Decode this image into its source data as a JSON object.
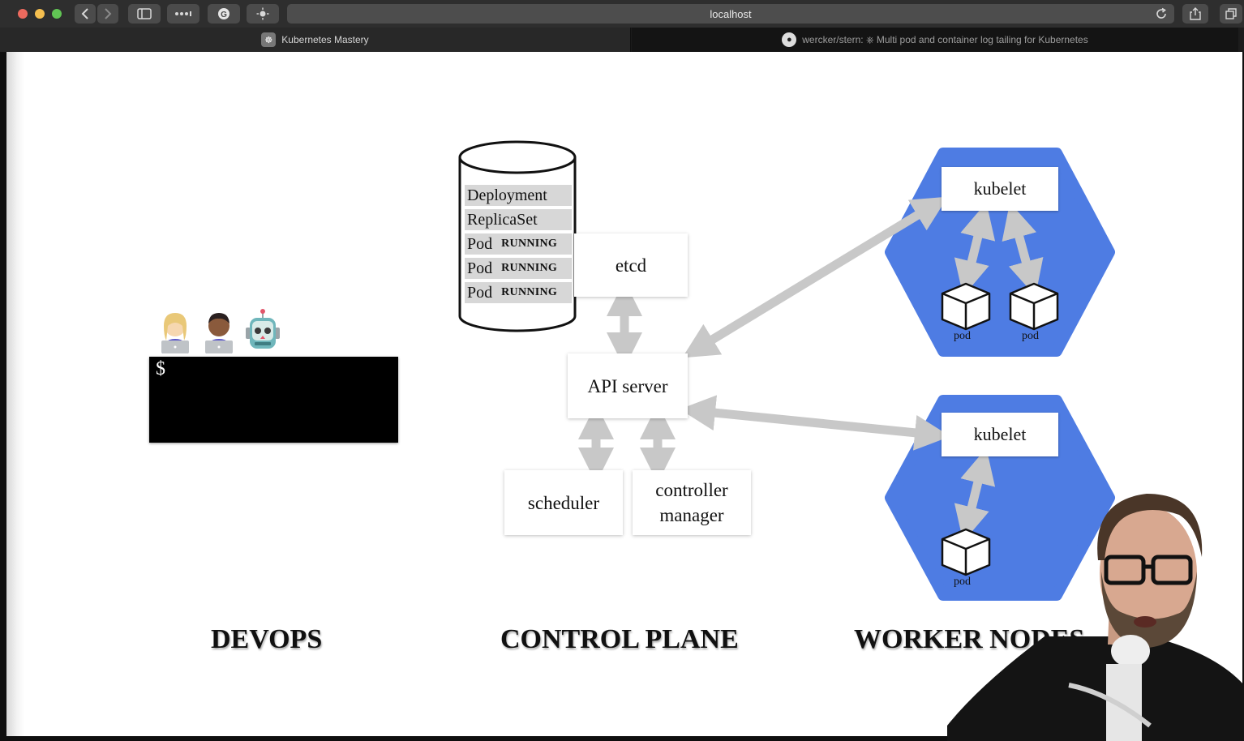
{
  "browser": {
    "url": "localhost",
    "tabs": [
      {
        "title": "Kubernetes Mastery"
      },
      {
        "title": "wercker/stern: ⎈ Multi pod and container log tailing for Kubernetes"
      }
    ]
  },
  "slide": {
    "terminal_prompt": "$",
    "etcd": {
      "rows": [
        {
          "kind": "Deployment",
          "state": ""
        },
        {
          "kind": "ReplicaSet",
          "state": ""
        },
        {
          "kind": "Pod",
          "state": "RUNNING"
        },
        {
          "kind": "Pod",
          "state": "RUNNING"
        },
        {
          "kind": "Pod",
          "state": "RUNNING"
        }
      ],
      "label": "etcd"
    },
    "api_server": "API server",
    "scheduler": "scheduler",
    "controller_manager": {
      "line1": "controller",
      "line2": "manager"
    },
    "worker_nodes": [
      {
        "kubelet": "kubelet",
        "pods": [
          "pod",
          "pod"
        ]
      },
      {
        "kubelet": "kubelet",
        "pods": [
          "pod"
        ]
      }
    ],
    "sections": {
      "devops": "DEVOPS",
      "control_plane": "CONTROL PLANE",
      "worker_nodes": "WORKER NODES"
    }
  },
  "colors": {
    "node_fill": "#4e7ce3",
    "arrow": "#c8c8c8",
    "terminal_bg": "#000000"
  }
}
